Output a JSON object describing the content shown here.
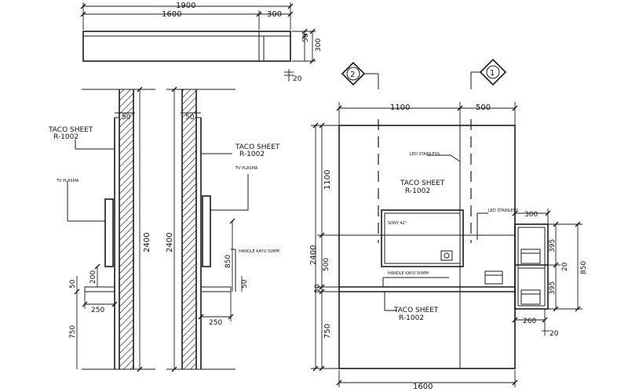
{
  "dimensions": {
    "top_total": "1900",
    "top_main": "1600",
    "top_side": "300",
    "top_h50": "50",
    "top_h300": "300",
    "top_20": "20",
    "sec_2400": "2400",
    "sec_200": "200",
    "sec_50": "50",
    "sec_250": "250",
    "sec_750": "750",
    "sec_850": "850",
    "elev_1100_w": "1100",
    "elev_500_w": "500",
    "elev_1100_h": "1100",
    "elev_2400": "2400",
    "elev_500_h": "500",
    "elev_50": "50",
    "elev_750": "750",
    "elev_1600": "1600",
    "elev_300": "300",
    "elev_20": "20",
    "elev_395a": "395",
    "elev_395b": "395",
    "elev_850": "850",
    "elev_260": "260"
  },
  "labels": {
    "taco_sheet": "TACO SHEET",
    "r1002": "R-1002",
    "tv_plasma": "TV PLASMA",
    "handle": "HANDLE KAYU 50MM",
    "led": "LED STAINLESS",
    "sony": "SONY 42\""
  },
  "markers": {
    "grid_2": "2",
    "grid_1": "1"
  }
}
